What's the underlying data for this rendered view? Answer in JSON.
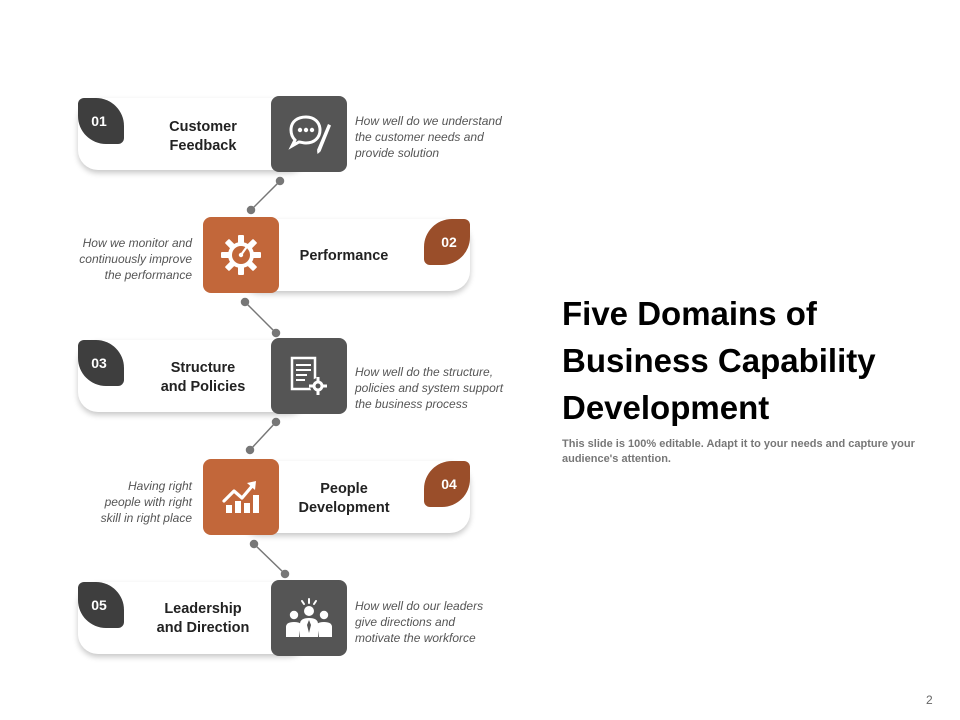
{
  "steps": [
    {
      "number": "01",
      "title": "Customer\nFeedback",
      "description": "How well do we understand\nthe customer needs and\nprovide solution",
      "icon": "chat-pen-icon"
    },
    {
      "number": "02",
      "title": "Performance",
      "description": "How we monitor and\ncontinuously improve\nthe performance",
      "icon": "gear-gauge-icon"
    },
    {
      "number": "03",
      "title": "Structure\nand Policies",
      "description": "How well do the structure,\npolicies and system support\nthe business process",
      "icon": "document-gear-icon"
    },
    {
      "number": "04",
      "title": "People\nDevelopment",
      "description": "Having right\npeople with right\nskill in right place",
      "icon": "growth-chart-icon"
    },
    {
      "number": "05",
      "title": "Leadership\nand Direction",
      "description": "How well do our leaders\ngive directions and\nmotivate the workforce",
      "icon": "team-leader-icon"
    }
  ],
  "heading": "Five Domains of\nBusiness Capability\nDevelopment",
  "subtext": "This slide is 100% editable. Adapt it to your needs and capture your audience's attention.",
  "page_number": "2",
  "colors": {
    "dark": "#555555",
    "number_dark": "#3e3e3e",
    "orange": "#c2673a",
    "number_orange": "#9a4e2a"
  }
}
